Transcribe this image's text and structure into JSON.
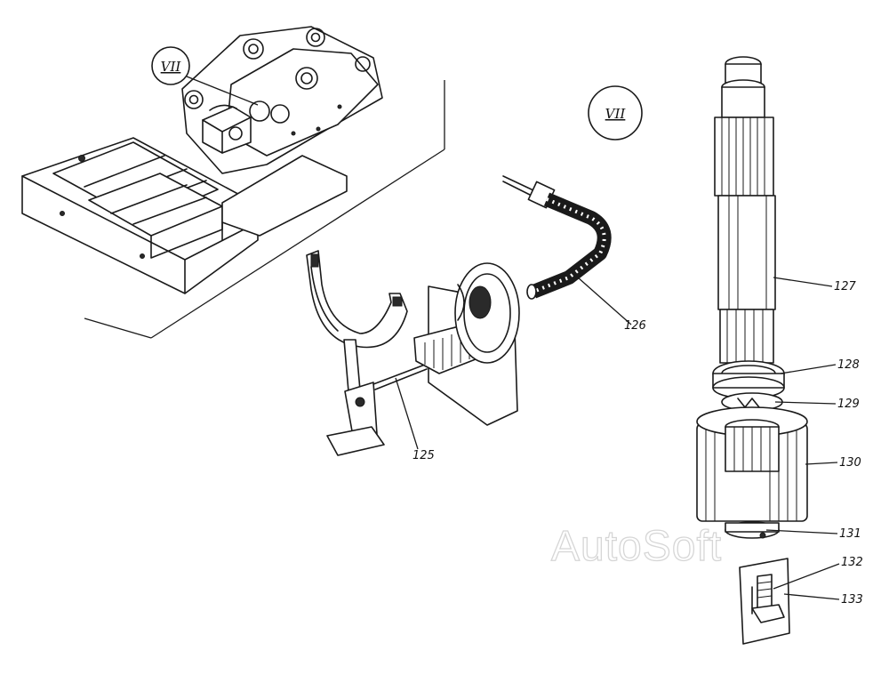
{
  "watermark": "AutoSoft",
  "view_markers": {
    "detail_ref": "VII",
    "detail_view": "VII"
  },
  "callouts": [
    {
      "id": "125",
      "label": "125"
    },
    {
      "id": "126",
      "label": "126"
    },
    {
      "id": "127",
      "label": "127"
    },
    {
      "id": "128",
      "label": "128"
    },
    {
      "id": "129",
      "label": "129"
    },
    {
      "id": "130",
      "label": "130"
    },
    {
      "id": "131",
      "label": "131"
    },
    {
      "id": "132",
      "label": "132"
    },
    {
      "id": "133",
      "label": "133"
    }
  ]
}
